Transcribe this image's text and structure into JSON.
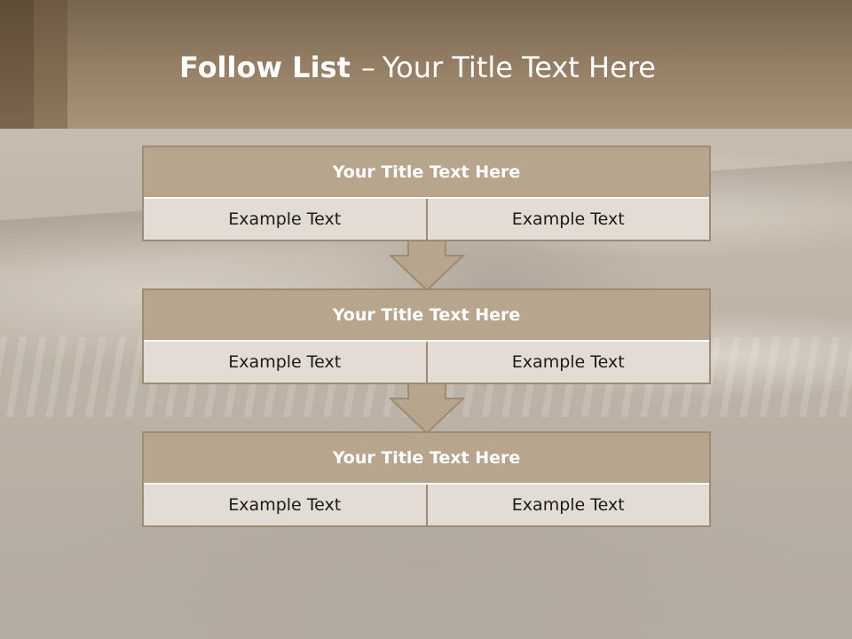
{
  "slide": {
    "title_bold": "Follow List",
    "title_separator": "–",
    "title_rest": "Your Title Text Here"
  },
  "steps": [
    {
      "title": "Your Title Text Here",
      "left_text": "Example Text",
      "right_text": "Example Text"
    },
    {
      "title": "Your Title Text Here",
      "left_text": "Example Text",
      "right_text": "Example Text"
    },
    {
      "title": "Your Title Text Here",
      "left_text": "Example Text",
      "right_text": "Example Text"
    }
  ],
  "colors": {
    "header_brown": "#917c63",
    "box_title_fill": "#b8a58e",
    "box_cell_fill": "#e3dcd4",
    "border": "#9e8b73",
    "arrow_fill": "#b8a58e"
  },
  "icons": {
    "connector": "arrow-down-icon"
  }
}
